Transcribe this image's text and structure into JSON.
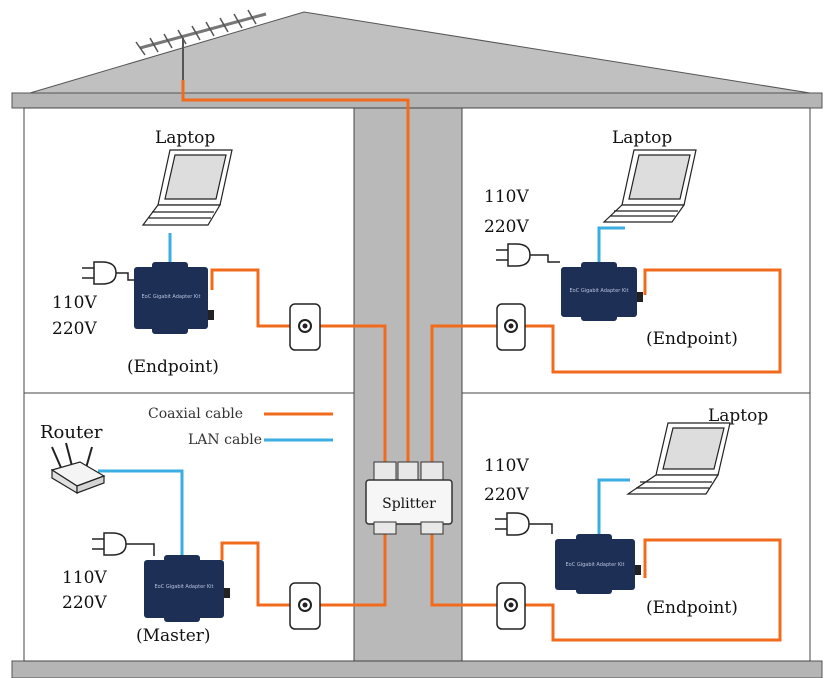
{
  "labels": {
    "laptop_top_left": "Laptop",
    "laptop_top_right": "Laptop",
    "laptop_bottom_right": "Laptop",
    "router": "Router",
    "volt_110": "110V",
    "volt_220": "220V",
    "endpoint_top_left": "(Endpoint)",
    "endpoint_top_right": "(Endpoint)",
    "endpoint_bottom_right": "(Endpoint)",
    "master": "(Master)",
    "splitter": "Splitter",
    "legend_coax": "Coaxial cable",
    "legend_lan": "LAN cable",
    "adapter_text": "EoC Gigabit Adapter Kit"
  },
  "colors": {
    "coax": "#f26b1d",
    "lan": "#3aaee0",
    "wall": "#b9b9b9",
    "adapter": "#1e2f55"
  }
}
